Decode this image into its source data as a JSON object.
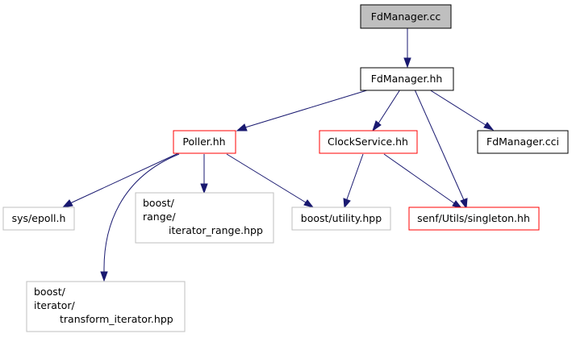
{
  "diagram": {
    "nodes": {
      "fdmanager_cc": {
        "label": "FdManager.cc",
        "border": "#000000",
        "fill": "#bfbfbf"
      },
      "fdmanager_hh": {
        "label": "FdManager.hh",
        "border": "#000000",
        "fill": "#ffffff"
      },
      "poller_hh": {
        "label": "Poller.hh",
        "border": "#ff0000",
        "fill": "#ffffff"
      },
      "clockservice_hh": {
        "label": "ClockService.hh",
        "border": "#ff0000",
        "fill": "#ffffff"
      },
      "fdmanager_cci": {
        "label": "FdManager.cci",
        "border": "#000000",
        "fill": "#ffffff"
      },
      "sys_epoll_h": {
        "label": "sys/epoll.h",
        "border": "#bfbfbf",
        "fill": "#ffffff"
      },
      "boost_range_iterator_range": {
        "lines": [
          "boost/",
          "range/",
          "iterator_range.hpp"
        ],
        "border": "#bfbfbf",
        "fill": "#ffffff"
      },
      "boost_utility_hpp": {
        "label": "boost/utility.hpp",
        "border": "#bfbfbf",
        "fill": "#ffffff"
      },
      "senf_utils_singleton_hh": {
        "label": "senf/Utils/singleton.hh",
        "border": "#ff0000",
        "fill": "#ffffff"
      },
      "boost_iterator_transform_iterator": {
        "lines": [
          "boost/",
          "iterator/",
          "transform_iterator.hpp"
        ],
        "border": "#bfbfbf",
        "fill": "#ffffff"
      }
    },
    "edges": [
      {
        "from": "fdmanager_cc",
        "to": "fdmanager_hh"
      },
      {
        "from": "fdmanager_hh",
        "to": "poller_hh"
      },
      {
        "from": "fdmanager_hh",
        "to": "clockservice_hh"
      },
      {
        "from": "fdmanager_hh",
        "to": "fdmanager_cci"
      },
      {
        "from": "fdmanager_hh",
        "to": "senf_utils_singleton_hh"
      },
      {
        "from": "poller_hh",
        "to": "sys_epoll_h"
      },
      {
        "from": "poller_hh",
        "to": "boost_range_iterator_range"
      },
      {
        "from": "poller_hh",
        "to": "boost_utility_hpp"
      },
      {
        "from": "poller_hh",
        "to": "boost_iterator_transform_iterator"
      },
      {
        "from": "clockservice_hh",
        "to": "boost_utility_hpp"
      },
      {
        "from": "clockservice_hh",
        "to": "senf_utils_singleton_hh"
      }
    ],
    "edge_color": "#191970"
  }
}
